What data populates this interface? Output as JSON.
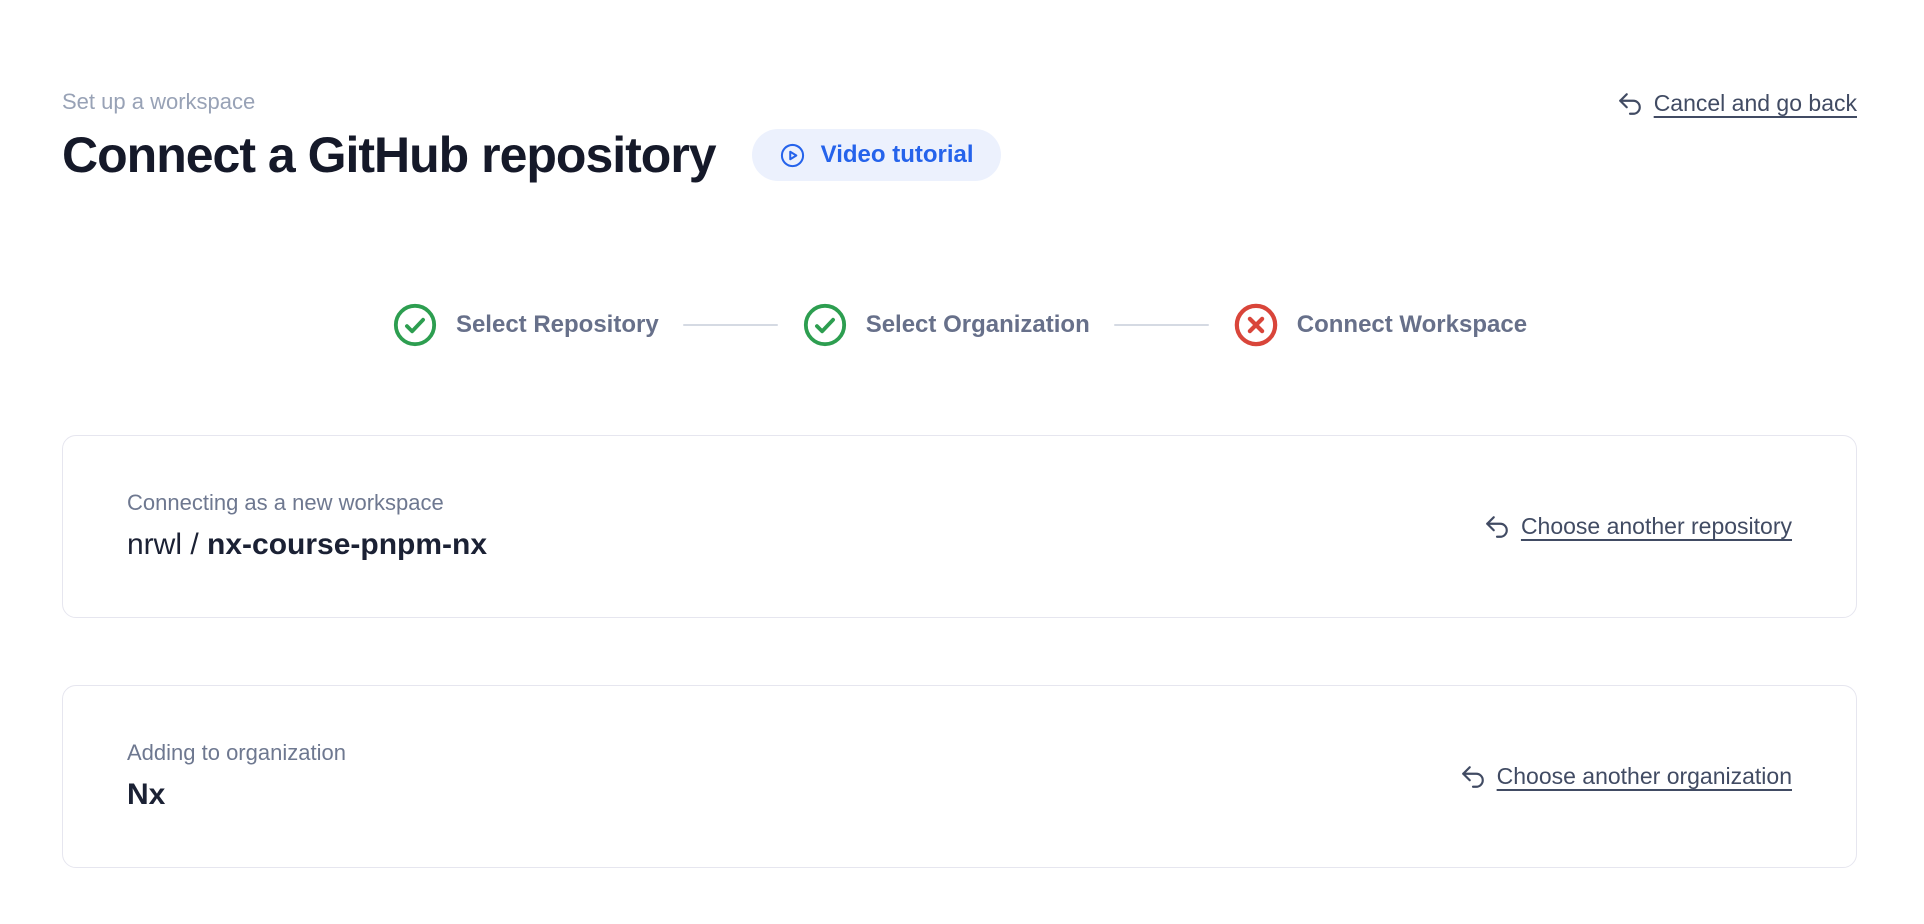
{
  "header": {
    "eyebrow": "Set up a workspace",
    "title": "Connect a GitHub repository",
    "video_tutorial_label": "Video tutorial",
    "cancel_link_label": "Cancel and go back"
  },
  "stepper": {
    "steps": [
      {
        "label": "Select Repository",
        "status": "complete"
      },
      {
        "label": "Select Organization",
        "status": "complete"
      },
      {
        "label": "Connect Workspace",
        "status": "error"
      }
    ]
  },
  "repository_card": {
    "label": "Connecting as a new workspace",
    "owner": "nrwl /",
    "repo": "nx-course-pnpm-nx",
    "action_label": "Choose another repository"
  },
  "organization_card": {
    "label": "Adding to organization",
    "name": "Nx",
    "action_label": "Choose another organization"
  },
  "icons": {
    "video_button_icon": "play-circle-icon",
    "link_icon": "undo-arrow-icon",
    "step_done_icon": "check-circle-icon",
    "step_error_icon": "x-circle-icon"
  },
  "colors": {
    "accent_blue": "#2563eb",
    "accent_blue_bg": "#ecf1fd",
    "success_green": "#2d9e50",
    "error_red": "#d9453a",
    "link_slate": "#414b63",
    "muted_gray": "#98a2b6",
    "step_label_gray": "#67708a",
    "title_navy": "#151929"
  }
}
